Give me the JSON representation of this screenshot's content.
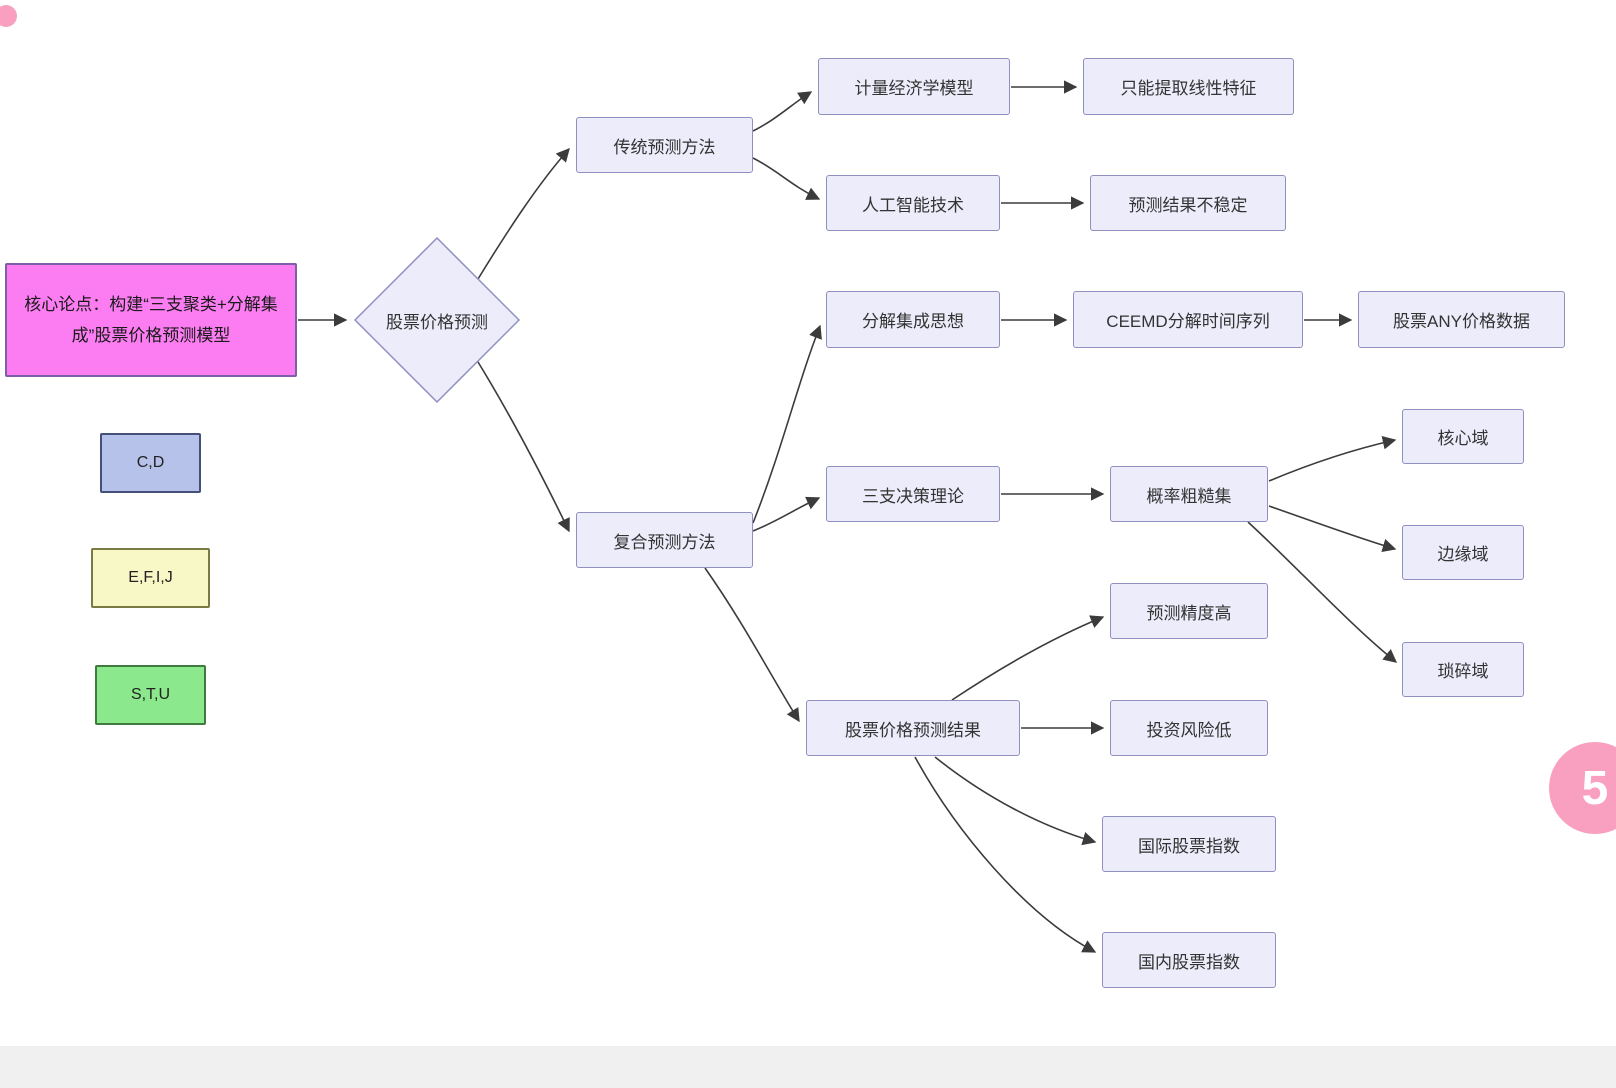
{
  "colors": {
    "canvas_bg": "#ffffff",
    "node_fill": "#ececfb",
    "node_border": "#8f8fc0",
    "root_fill": "#fc7df2",
    "root_border": "#7d5fa8",
    "legend_cd_fill": "#b6c2ea",
    "legend_cd_border": "#44507a",
    "legend_efij_fill": "#f8f8c6",
    "legend_efij_border": "#7a7a44",
    "legend_stu_fill": "#8ce88c",
    "legend_stu_border": "#3f7a3f",
    "edge_color": "#3b3b3b",
    "text_color": "#333333",
    "watermark_pink": "#f9a0c0",
    "footer_bar": "#f0f0f0"
  },
  "root": {
    "label": "核心论点：构建“三支聚类+分解集成”股票价格预测模型"
  },
  "legend": {
    "cd": {
      "label": "C,D"
    },
    "efij": {
      "label": "E,F,I,J"
    },
    "stu": {
      "label": "S,T,U"
    }
  },
  "nodes": {
    "diamond": {
      "label": "股票价格预测"
    },
    "traditional": {
      "label": "传统预测方法"
    },
    "econometric": {
      "label": "计量经济学模型"
    },
    "linear_only": {
      "label": "只能提取线性特征"
    },
    "ai": {
      "label": "人工智能技术"
    },
    "unstable": {
      "label": "预测结果不稳定"
    },
    "composite": {
      "label": "复合预测方法"
    },
    "decomposition": {
      "label": "分解集成思想"
    },
    "ceemd": {
      "label": "CEEMD分解时间序列"
    },
    "any_price": {
      "label": "股票ANY价格数据"
    },
    "three_way": {
      "label": "三支决策理论"
    },
    "rough_set": {
      "label": "概率粗糙集"
    },
    "core_region": {
      "label": "核心域"
    },
    "boundary_region": {
      "label": "边缘域"
    },
    "trivial_region": {
      "label": "琐碎域"
    },
    "result": {
      "label": "股票价格预测结果"
    },
    "accuracy": {
      "label": "预测精度高"
    },
    "low_risk": {
      "label": "投资风险低"
    },
    "intl_index": {
      "label": "国际股票指数"
    },
    "domestic_index": {
      "label": "国内股票指数"
    }
  },
  "edges": [
    [
      "root",
      "diamond"
    ],
    [
      "diamond",
      "traditional"
    ],
    [
      "diamond",
      "composite"
    ],
    [
      "traditional",
      "econometric"
    ],
    [
      "econometric",
      "linear_only"
    ],
    [
      "traditional",
      "ai"
    ],
    [
      "ai",
      "unstable"
    ],
    [
      "composite",
      "decomposition"
    ],
    [
      "decomposition",
      "ceemd"
    ],
    [
      "ceemd",
      "any_price"
    ],
    [
      "composite",
      "three_way"
    ],
    [
      "three_way",
      "rough_set"
    ],
    [
      "rough_set",
      "core_region"
    ],
    [
      "rough_set",
      "boundary_region"
    ],
    [
      "rough_set",
      "trivial_region"
    ],
    [
      "composite",
      "result"
    ],
    [
      "result",
      "accuracy"
    ],
    [
      "result",
      "low_risk"
    ],
    [
      "result",
      "intl_index"
    ],
    [
      "result",
      "domestic_index"
    ]
  ],
  "watermark": {
    "label": "5"
  }
}
